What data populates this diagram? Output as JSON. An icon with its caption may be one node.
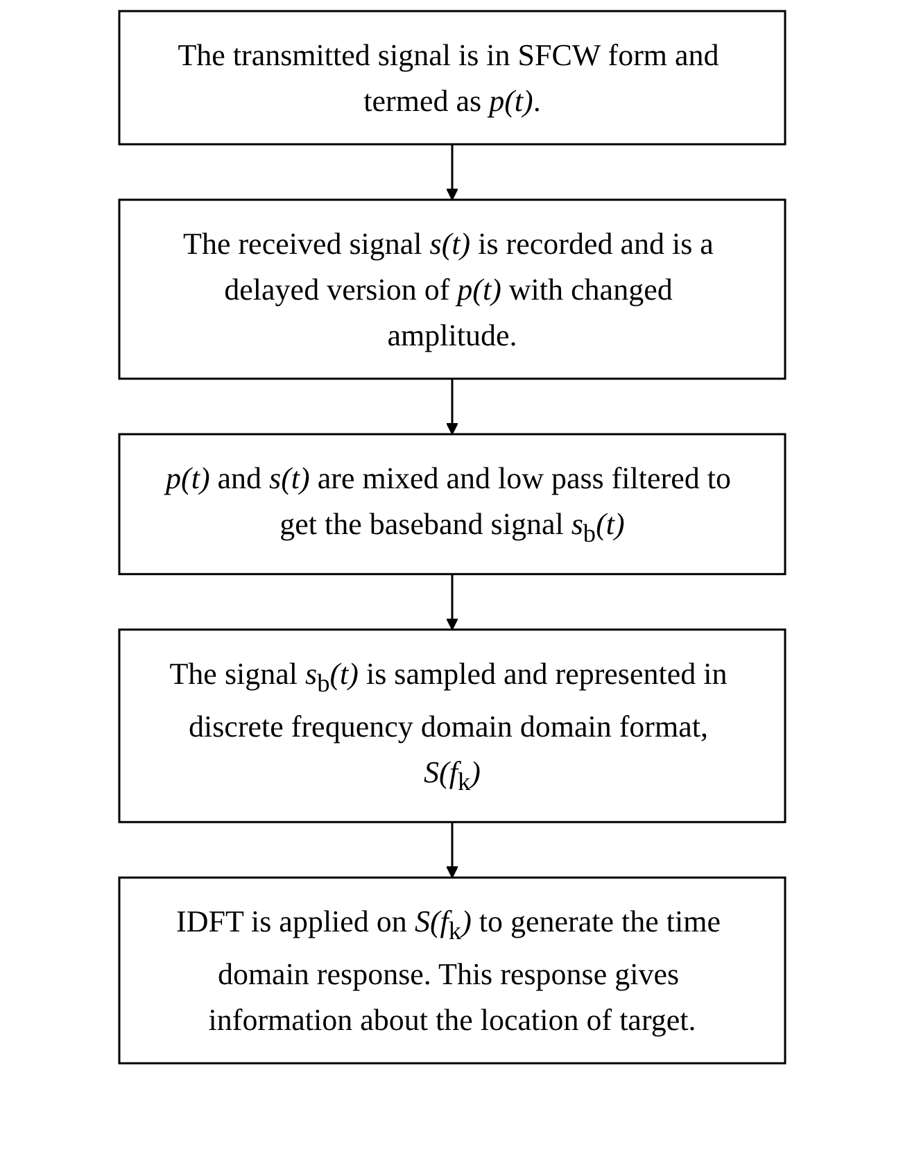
{
  "diagram": {
    "nodes": [
      {
        "text": [
          "The transmitted signal is in SFCW form and termed as *p(t)*."
        ]
      },
      {
        "text": [
          "The received signal *s(t)* is recorded and is a delayed version of *p(t)* with changed amplitude."
        ]
      },
      {
        "text": [
          "*p(t)* and *s(t)* are mixed and low pass filtered to get the baseband signal *s*$_{b}$*(t)*"
        ]
      },
      {
        "text": [
          "The signal *s*$_{b}$*(t)* is sampled and represented in discrete frequency domain domain format, *S(f*$_{k}$*)*"
        ]
      },
      {
        "text": [
          "IDFT is applied on *S(f*$_{k}$*)* to generate the time domain response. This response gives information about the location of target."
        ]
      }
    ],
    "edges": [
      {
        "from": 0,
        "to": 1,
        "arrow": "to"
      },
      {
        "from": 1,
        "to": 2,
        "arrow": "to"
      },
      {
        "from": 2,
        "to": 3,
        "arrow": "to"
      },
      {
        "from": 3,
        "to": 4,
        "arrow": "to"
      }
    ]
  }
}
